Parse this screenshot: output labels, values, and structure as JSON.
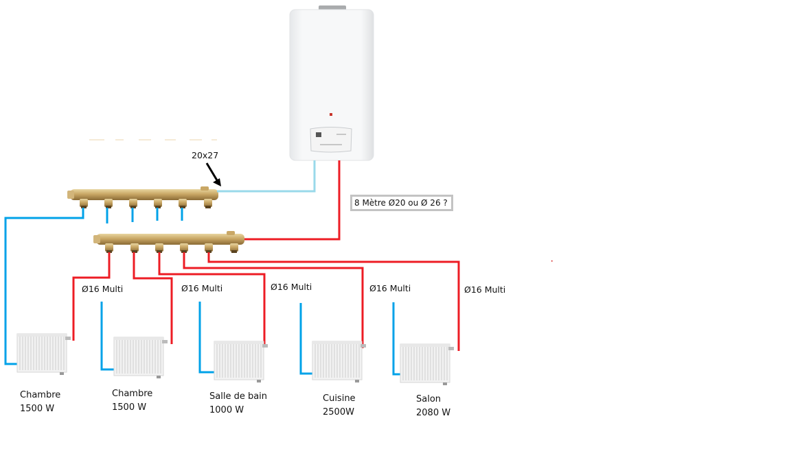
{
  "diagram": {
    "title": "Schéma chauffage chaudière - collecteurs - radiateurs",
    "colors": {
      "return_pipe": "#00a2e8",
      "boiler_return_pipe": "#99d9ea",
      "supply_pipe": "#ed1c24",
      "manifold_brass": "#c8a868",
      "box_border": "#c3c3c3"
    },
    "boiler": {
      "name": "boiler-icon"
    },
    "manifolds": {
      "return": {
        "name": "return-manifold",
        "outlets": 6
      },
      "supply": {
        "name": "supply-manifold",
        "outlets": 6
      }
    },
    "labels": {
      "inlet_size": "20x27",
      "supply_note": "8 Mètre   Ø20 ou Ø 26 ?",
      "branch_pipe": "Ø16 Multi"
    },
    "branches": [
      {
        "pipe_label": "Ø16 Multi"
      },
      {
        "pipe_label": "Ø16 Multi"
      },
      {
        "pipe_label": "Ø16 Multi"
      },
      {
        "pipe_label": "Ø16 Multi"
      },
      {
        "pipe_label": "Ø16 Multi"
      }
    ],
    "radiators": [
      {
        "room": "Chambre",
        "power": "1500 W"
      },
      {
        "room": "Chambre",
        "power": "1500 W"
      },
      {
        "room": "Salle de bain",
        "power": "1000 W"
      },
      {
        "room": "Cuisine",
        "power": "2500W"
      },
      {
        "room": "Salon",
        "power": "2080 W"
      }
    ]
  }
}
